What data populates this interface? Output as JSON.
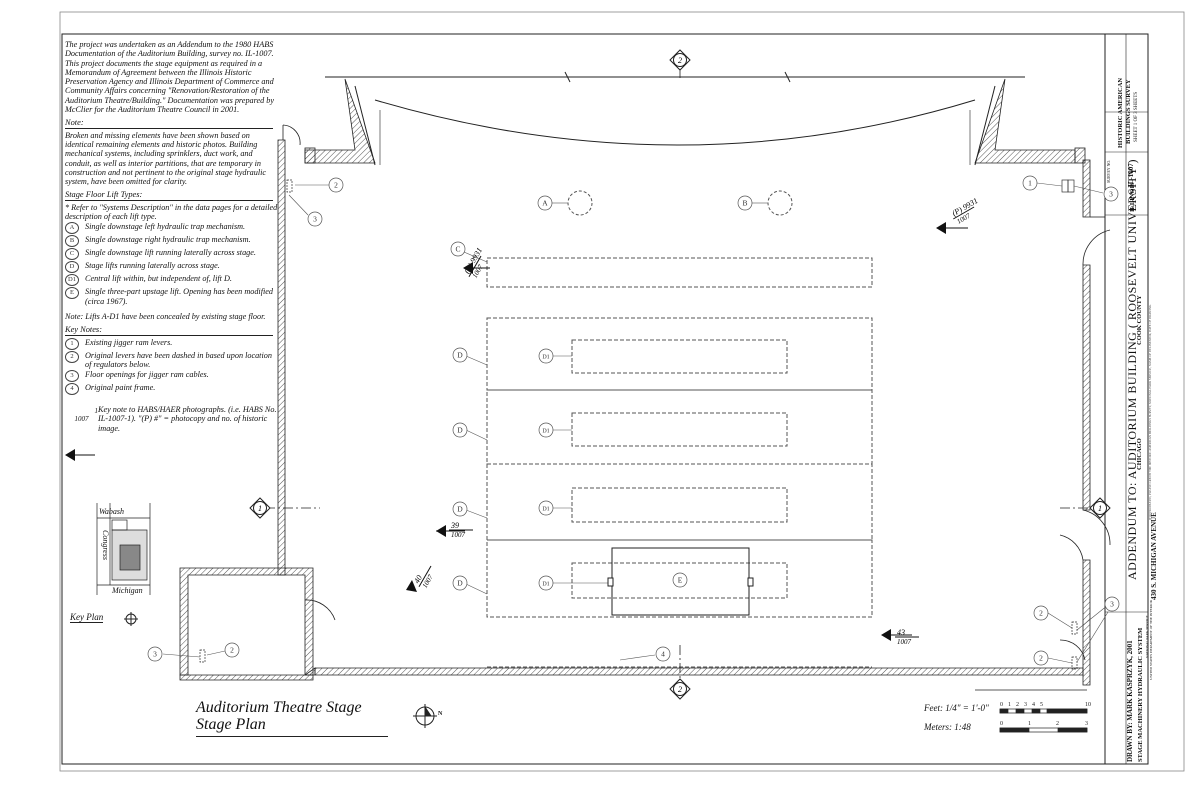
{
  "notes": {
    "intro": "The project was undertaken as an Addendum to the 1980 HABS Documentation of the Auditorium Building, survey no. IL-1007. This project documents the stage equipment as required in a Memorandum of Agreement between the Illinois Historic Preservation Agency and Illinois Department of Commerce and Community Affairs concerning \"Renovation/Restoration of the Auditorium Theatre/Building.\" Documentation was prepared by McClier for the Auditorium Theatre Council in 2001.",
    "note_heading": "Note:",
    "note_text": "Broken and missing elements have been shown based on identical remaining elements and historic photos. Building mechanical systems, including sprinklers, duct work, and conduit, as well as interior partitions, that are temporary in construction and not pertinent to the original stage hydraulic system, have been omitted for clarity.",
    "lift_heading": "Stage Floor Lift Types:",
    "lift_intro": "* Refer to \"Systems Description\" in the data pages for a detailed description of each lift type.",
    "lift_types": [
      {
        "sym": "A",
        "text": "Single downstage left hydraulic trap mechanism."
      },
      {
        "sym": "B",
        "text": "Single downstage right hydraulic trap mechanism."
      },
      {
        "sym": "C",
        "text": "Single downstage lift running laterally across stage."
      },
      {
        "sym": "D",
        "text": "Stage lifts running laterally across stage."
      },
      {
        "sym": "D1",
        "text": "Central lift within, but independent of, lift D."
      },
      {
        "sym": "E",
        "text": "Single three-part upstage lift. Opening has been modified (circa 1967)."
      }
    ],
    "lift_note": "Note: Lifts A-D1 have been concealed by existing stage floor.",
    "key_heading": "Key Notes:",
    "key_notes": [
      {
        "sym": "1",
        "text": "Existing jigger ram levers."
      },
      {
        "sym": "2",
        "text": "Original levers have been dashed in based upon location of regulators below."
      },
      {
        "sym": "3",
        "text": "Floor openings for jigger ram cables."
      },
      {
        "sym": "4",
        "text": "Original paint frame."
      }
    ],
    "photo_key_num": "1",
    "photo_key_den": "1007",
    "photo_key_text": "Key note to HABS/HAER photographs. (i.e. HABS No. IL-1007-1). \"(P) #\" = photocopy and no. of historic image."
  },
  "key_plan": {
    "label": "Key Plan",
    "street_top": "Wabash",
    "street_side": "Congress",
    "street_bottom": "Michigan"
  },
  "plan": {
    "lift_tags": {
      "a": "A",
      "b": "B",
      "c": "C",
      "d": "D",
      "d1": "D1",
      "e": "E"
    },
    "key_tags": {
      "k1": "1",
      "k2": "2",
      "k3": "3",
      "k4": "4"
    },
    "section_tags": {
      "one": "1",
      "two": "2"
    },
    "photo_refs": [
      {
        "num": "(P) 9931",
        "den": "1007"
      },
      {
        "num": "(P) 9931",
        "den": "1007"
      },
      {
        "num": "39",
        "den": "1007"
      },
      {
        "num": "40",
        "den": "1007"
      },
      {
        "num": "43",
        "den": "1007"
      }
    ]
  },
  "title": {
    "line1": "Auditorium Theatre Stage",
    "line2": "Stage Plan",
    "north": "N"
  },
  "scale": {
    "feet_label": "Feet: 1/4\" = 1'-0\"",
    "meters_label": "Meters: 1:48",
    "feet_ticks": [
      "0",
      "1",
      "2",
      "3",
      "4",
      "5",
      "10"
    ],
    "meter_ticks": [
      "0",
      "1",
      "2",
      "3"
    ]
  },
  "title_block": {
    "drawn_by": "DRAWN BY: MARK KASPRZYK, 2001",
    "system": "STAGE MACHINERY HYDRAULIC SYSTEM",
    "agency1": "NATIONAL PARK SERVICE",
    "agency2": "UNITED STATES DEPARTMENT OF THE INTERIOR",
    "address": "430 S. MICHIGAN AVENUE",
    "main_title": "ADDENDUM TO: AUDITORIUM BUILDING ( ROOSEVELT UNIVERSITY )",
    "city": "CHICAGO",
    "county": "COOK COUNTY",
    "state_survey": "ILLINOIS",
    "survey_label": "SURVEY NO.",
    "survey_no": "IL-1007",
    "habs": "HISTORIC AMERICAN",
    "habs2": "BUILDINGS SURVEY",
    "sheet": "SHEET 1 OF 3 SHEETS",
    "fine_print": "IF REPRODUCED, PLEASE CREDIT THE HISTORIC AMERICAN BUILDINGS SURVEY, NATIONAL PARK SERVICE, NAME OF DELINEATOR, DATE OF DRAWING."
  }
}
